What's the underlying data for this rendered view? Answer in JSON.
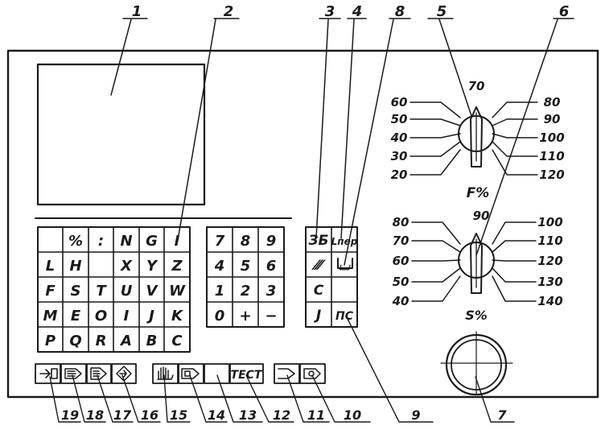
{
  "callouts": {
    "top": [
      "1",
      "2",
      "3",
      "4",
      "8",
      "5",
      "6"
    ],
    "bottom": [
      "19",
      "18",
      "17",
      "16",
      "15",
      "14",
      "13",
      "12",
      "11",
      "10",
      "9",
      "7"
    ]
  },
  "alpha_keys": [
    [
      "",
      "%",
      ":",
      "N",
      "G",
      "I"
    ],
    [
      "L",
      "H",
      "",
      "X",
      "Y",
      "Z"
    ],
    [
      "F",
      "S",
      "T",
      "U",
      "V",
      "W"
    ],
    [
      "M",
      "E",
      "O",
      "I",
      "J",
      "K"
    ],
    [
      "P",
      "Q",
      "R",
      "A",
      "B",
      "C"
    ]
  ],
  "num_keys": [
    [
      "7",
      "8",
      "9"
    ],
    [
      "4",
      "5",
      "6"
    ],
    [
      "1",
      "2",
      "3"
    ],
    [
      "0",
      "+",
      "−"
    ]
  ],
  "func_keys": [
    [
      "ЗБ",
      "Lпер"
    ],
    [
      "⁄⁄⁄",
      "⌴"
    ],
    [
      "C",
      ""
    ],
    [
      "J",
      "ПС"
    ]
  ],
  "bottom_keys": {
    "test_label": "ТЕСТ"
  },
  "feed_dial": {
    "title": "F%",
    "top": "70",
    "left": [
      "60",
      "50",
      "40",
      "30",
      "20"
    ],
    "right": [
      "80",
      "90",
      "100",
      "110",
      "120"
    ]
  },
  "spindle_dial": {
    "title": "S%",
    "top": "90",
    "left": [
      "80",
      "70",
      "60",
      "50",
      "40"
    ],
    "right": [
      "100",
      "110",
      "120",
      "130",
      "140"
    ]
  }
}
